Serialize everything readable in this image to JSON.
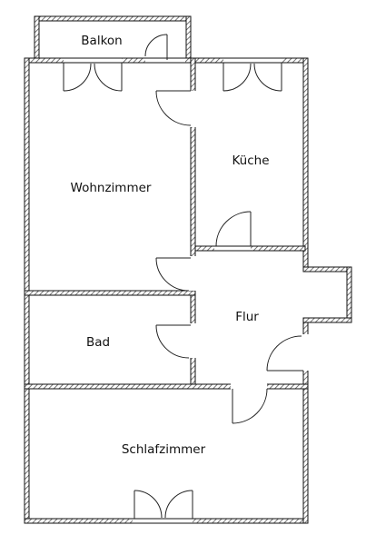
{
  "rooms": {
    "balkon": "Balkon",
    "kueche": "Küche",
    "wohnzimmer": "Wohnzimmer",
    "flur": "Flur",
    "bad": "Bad",
    "schlafzimmer": "Schlafzimmer"
  },
  "colors": {
    "wall": "#111111",
    "hatch": "#555555",
    "background": "#ffffff",
    "door": "#222222"
  }
}
